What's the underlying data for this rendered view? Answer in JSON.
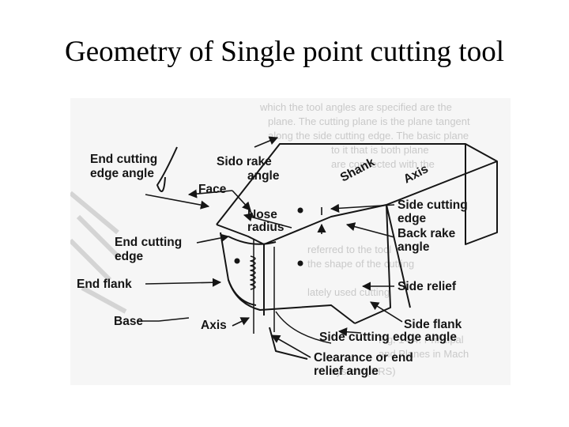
{
  "title": "Geometry of Single point cutting tool",
  "labels": {
    "end_cutting_edge_angle": [
      "End cutting",
      "edge angle"
    ],
    "side_rake_angle": [
      "Sido rake",
      "angle"
    ],
    "shank": "Shank",
    "axis_top": "Axis",
    "face": "Face",
    "nose_radius": [
      "Nose",
      "radius"
    ],
    "side_cutting_edge": [
      "Side cutting",
      "edge"
    ],
    "back_rake_angle": [
      "Back rake",
      "angle"
    ],
    "end_cutting_edge": [
      "End cutting",
      "edge"
    ],
    "end_flank": "End flank",
    "side_relief": "Side relief",
    "base": "Base",
    "axis_bottom": "Axis",
    "side_flank": "Side flank",
    "side_cutting_edge_angle": "Side cutting edge angle",
    "clearance_angle": [
      "Clearance or end",
      "relief angle"
    ]
  },
  "colors": {
    "ink": "#151515",
    "paper": "#f6f6f6",
    "ghost": "#c9c9c9"
  }
}
